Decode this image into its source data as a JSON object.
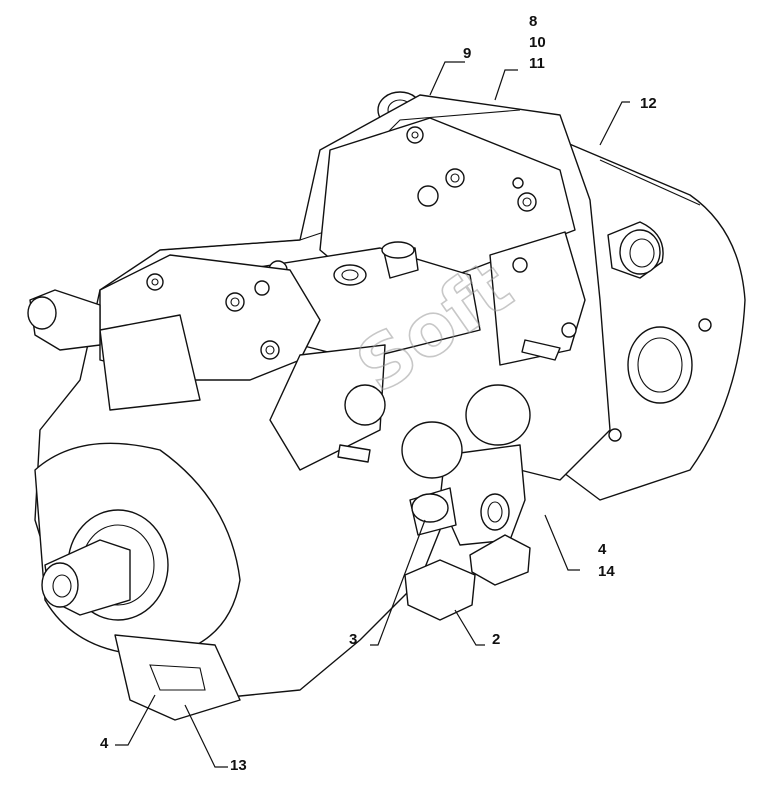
{
  "diagram": {
    "callouts": [
      {
        "id": "8",
        "text": "8"
      },
      {
        "id": "10",
        "text": "10"
      },
      {
        "id": "11",
        "text": "11"
      },
      {
        "id": "9",
        "text": "9"
      },
      {
        "id": "12",
        "text": "12"
      },
      {
        "id": "4a",
        "text": "4"
      },
      {
        "id": "14",
        "text": "14"
      },
      {
        "id": "3",
        "text": "3"
      },
      {
        "id": "2",
        "text": "2"
      },
      {
        "id": "4b",
        "text": "4"
      },
      {
        "id": "13",
        "text": "13"
      }
    ]
  },
  "colors": {
    "ink": "#111111",
    "paper": "#ffffff",
    "watermark": "#9a9a9a"
  }
}
